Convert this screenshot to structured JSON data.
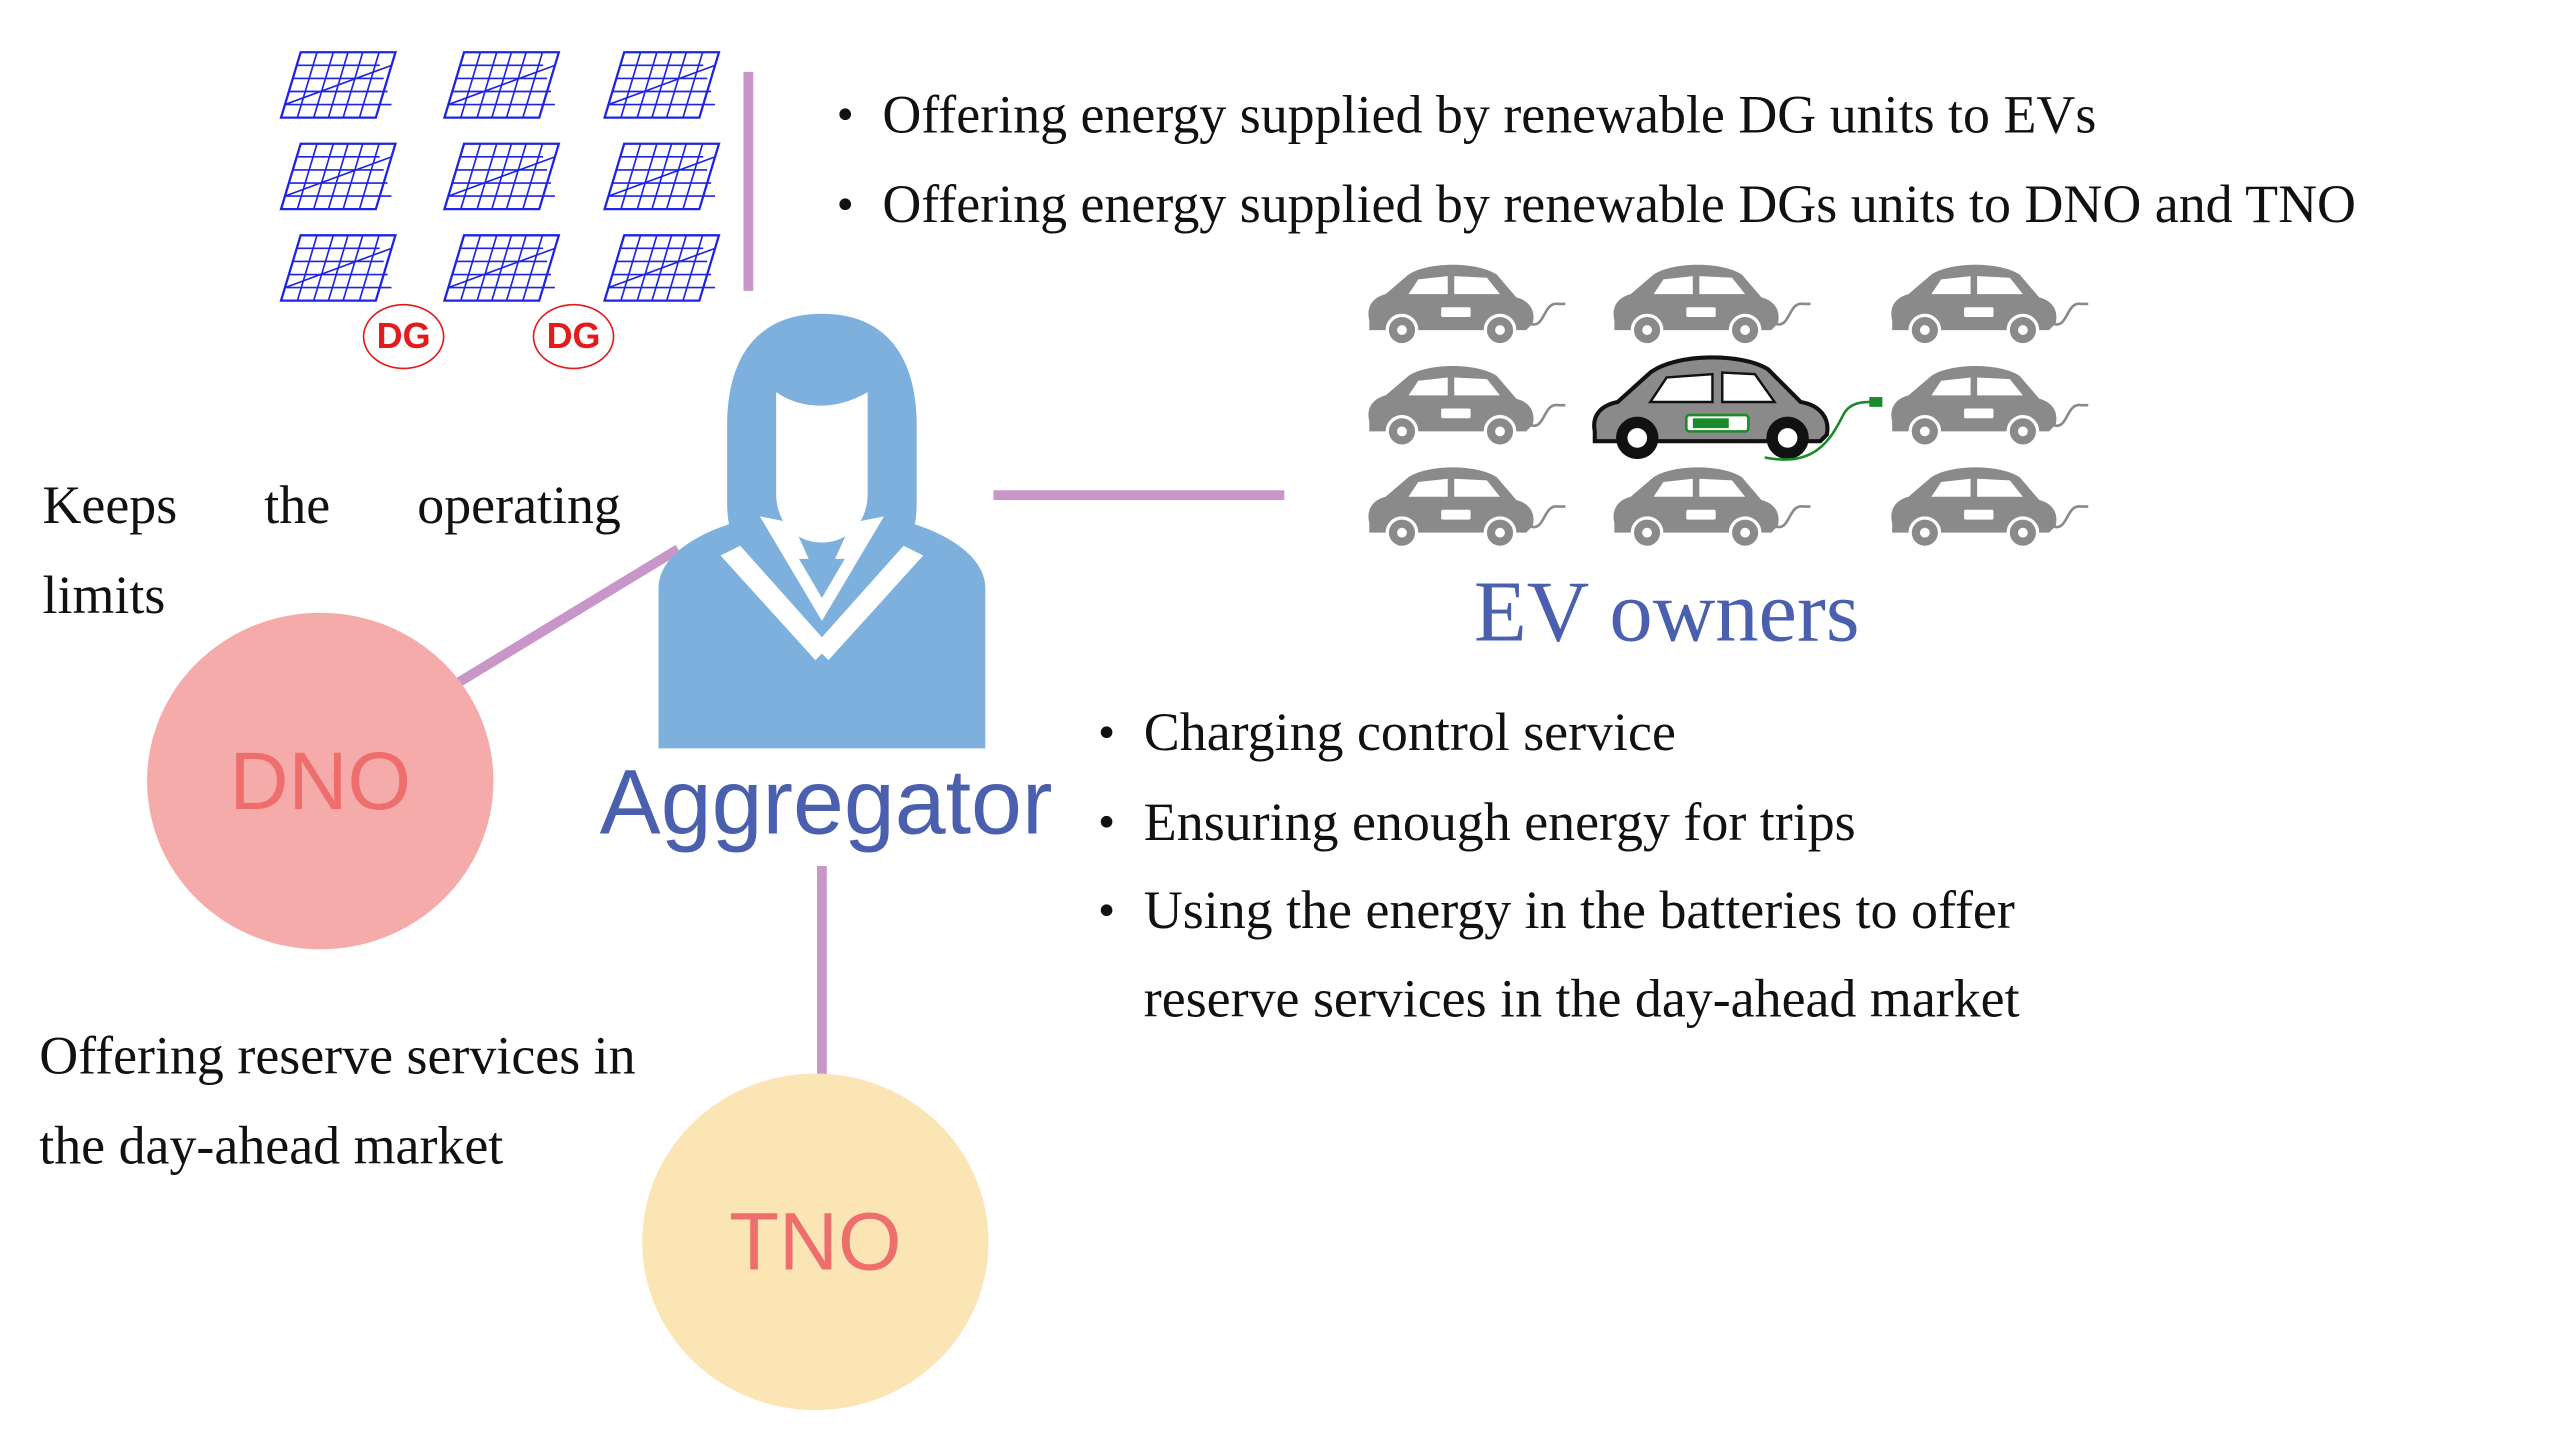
{
  "dg": {
    "badges": [
      "DG",
      "DG"
    ],
    "bullets": [
      "Offering energy supplied by renewable DG units to EVs",
      "Offering energy supplied by renewable DGs units to DNO and TNO"
    ]
  },
  "aggregator": {
    "label": "Aggregator"
  },
  "ev": {
    "label": "EV owners",
    "bullets": [
      "Charging control service",
      "Ensuring enough energy for trips",
      "Using the energy in the batteries to offer",
      "reserve services in the day-ahead market"
    ]
  },
  "dno": {
    "label": "DNO",
    "note_line1_words": [
      "Keeps",
      "the",
      "operating"
    ],
    "note_line2": "limits"
  },
  "tno": {
    "label": "TNO",
    "note_line1": "Offering reserve services in",
    "note_line2": "the day-ahead market"
  },
  "colors": {
    "connector": "#c896c8",
    "aggregator_icon": "#7eb0de",
    "aggregator_text": "#4a5fae",
    "ev_text": "#4a5fae",
    "dno_fill": "#f6abab",
    "tno_fill": "#fce5b4",
    "circle_text": "#ee6d6d",
    "solar_panel": "#1e24e0",
    "dg_badge": "#e31b1b",
    "car_gray": "#8a8a8a",
    "charging_cable": "#1a8a2a"
  },
  "icons": [
    "solar-panel-icon",
    "businesswoman-icon",
    "electric-car-icon",
    "charging-car-icon"
  ]
}
